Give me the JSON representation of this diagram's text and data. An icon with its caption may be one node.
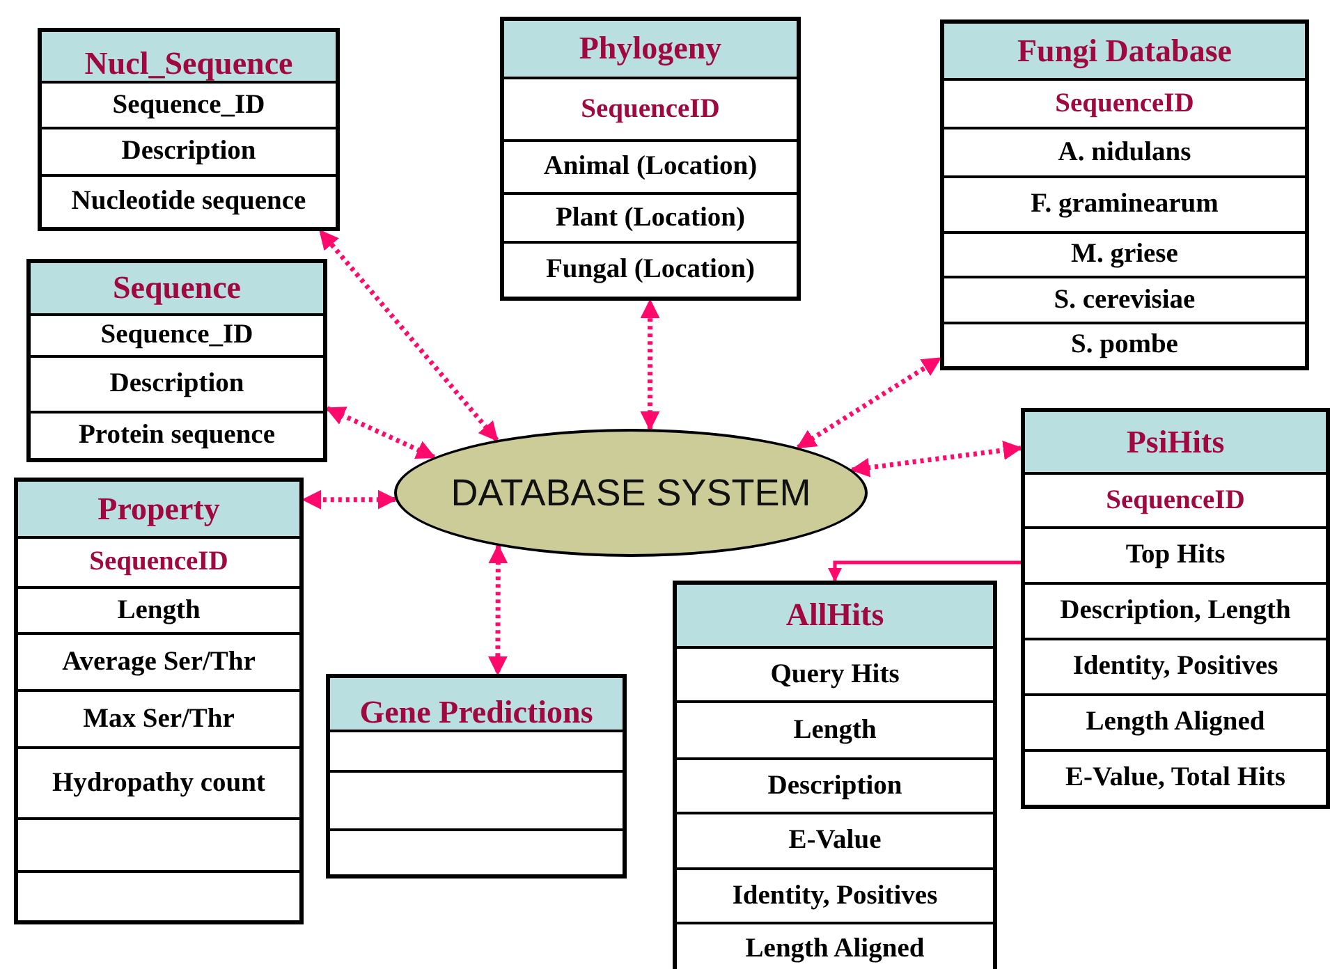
{
  "diagram": {
    "nodes": [
      {
        "text": [
          "Nucl_Sequence"
        ]
      },
      {
        "text": [
          "Sequence_ID"
        ],
        "in": 0
      },
      {
        "text": [
          "Description"
        ],
        "in": 0
      },
      {
        "text": [
          "Nucleotide sequence"
        ],
        "in": 0
      },
      {
        "text": [
          "Phylogeny"
        ]
      },
      {
        "text": [
          "SequenceID"
        ],
        "in": 4
      },
      {
        "text": [
          "Animal (Location)"
        ],
        "in": 4
      },
      {
        "text": [
          "Plant (Location)"
        ],
        "in": 4
      },
      {
        "text": [
          "Fungal (Location)"
        ],
        "in": 4
      },
      {
        "text": [
          "Fungi Database"
        ]
      },
      {
        "text": [
          "SequenceID"
        ],
        "in": 9
      },
      {
        "text": [
          "A. nidulans"
        ],
        "in": 9
      },
      {
        "text": [
          "F. graminearum"
        ],
        "in": 9
      },
      {
        "text": [
          "M. griese"
        ],
        "in": 9
      },
      {
        "text": [
          "S. cerevisiae"
        ],
        "in": 9
      },
      {
        "text": [
          "S. pombe"
        ],
        "in": 9
      },
      {
        "text": [
          "Sequence"
        ]
      },
      {
        "text": [
          "Sequence_ID"
        ],
        "in": 16
      },
      {
        "text": [
          "Description"
        ],
        "in": 16
      },
      {
        "text": [
          "Protein sequence"
        ],
        "in": 16
      },
      {
        "text": [
          "DATABASE SYSTEM"
        ]
      },
      {
        "text": [
          "PsiHits"
        ]
      },
      {
        "text": [
          "SequenceID"
        ],
        "in": 21
      },
      {
        "text": [
          "Top Hits"
        ],
        "in": 21
      },
      {
        "text": [
          "Description, Length"
        ],
        "in": 21
      },
      {
        "text": [
          "Identity, Positives"
        ],
        "in": 21
      },
      {
        "text": [
          "Length Aligned"
        ],
        "in": 21
      },
      {
        "text": [
          "E-Value, Total Hits"
        ],
        "in": 21
      },
      {
        "text": [
          "Property"
        ]
      },
      {
        "text": [
          "SequenceID"
        ],
        "in": 28
      },
      {
        "text": [
          "Length"
        ],
        "in": 28
      },
      {
        "text": [
          "Average Ser/Thr"
        ],
        "in": 28
      },
      {
        "text": [
          "Max Ser/Thr"
        ],
        "in": 28
      },
      {
        "text": [
          "Hydropathy count"
        ],
        "in": 28
      },
      {
        "text": [],
        "shape": "box",
        "in": 28
      },
      {
        "text": [],
        "shape": "box",
        "in": 28
      },
      {
        "text": [
          "Gene Predictions"
        ]
      },
      {
        "text": [],
        "shape": "box",
        "in": 36
      },
      {
        "text": [],
        "shape": "box",
        "in": 36
      },
      {
        "text": [],
        "shape": "box",
        "in": 36
      },
      {
        "text": [
          "AllHits"
        ]
      },
      {
        "text": [
          "Query Hits"
        ],
        "in": 40
      },
      {
        "text": [
          "Length"
        ],
        "in": 40
      },
      {
        "text": [
          "Description"
        ],
        "in": 40
      },
      {
        "text": [
          "E-Value"
        ],
        "in": 40
      },
      {
        "text": [
          "Identity, Positives"
        ],
        "in": 40
      },
      {
        "text": [
          "Length Aligned"
        ],
        "in": 40
      }
    ],
    "edges": [
      {
        "from": 20,
        "to": 0,
        "arrow": "both",
        "style": "dashed"
      },
      {
        "from": 20,
        "to": 16,
        "arrow": "both",
        "style": "dashed"
      },
      {
        "from": 20,
        "to": 4,
        "arrow": "both",
        "style": "dashed"
      },
      {
        "from": 20,
        "to": 9,
        "arrow": "both",
        "style": "dashed"
      },
      {
        "from": 20,
        "to": 21,
        "arrow": "both",
        "style": "dashed"
      },
      {
        "from": 20,
        "to": 28,
        "arrow": "both",
        "style": "dashed"
      },
      {
        "from": 20,
        "to": 36,
        "arrow": "both",
        "style": "dashed"
      },
      {
        "from": 21,
        "to": 40,
        "arrow": "to"
      }
    ]
  }
}
